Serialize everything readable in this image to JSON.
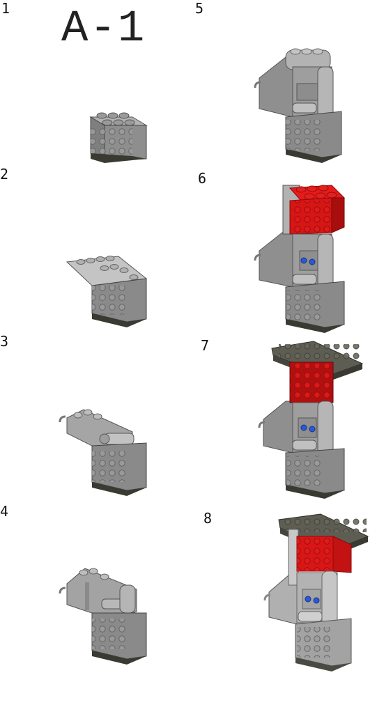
{
  "title": "A-1",
  "steps": [
    {
      "number": "1"
    },
    {
      "number": "2"
    },
    {
      "number": "3"
    },
    {
      "number": "4"
    },
    {
      "number": "5"
    },
    {
      "number": "6"
    },
    {
      "number": "7"
    },
    {
      "number": "8"
    }
  ],
  "colors": {
    "light_gray": "#a7a7a7",
    "mid_gray": "#8a8a8a",
    "dark_gray": "#6b6b6b",
    "base_dark": "#3a3a33",
    "red": "#d81616",
    "red_dark": "#a80e0e",
    "blue": "#2a58d8",
    "dark_plate": "#5b5b52"
  }
}
